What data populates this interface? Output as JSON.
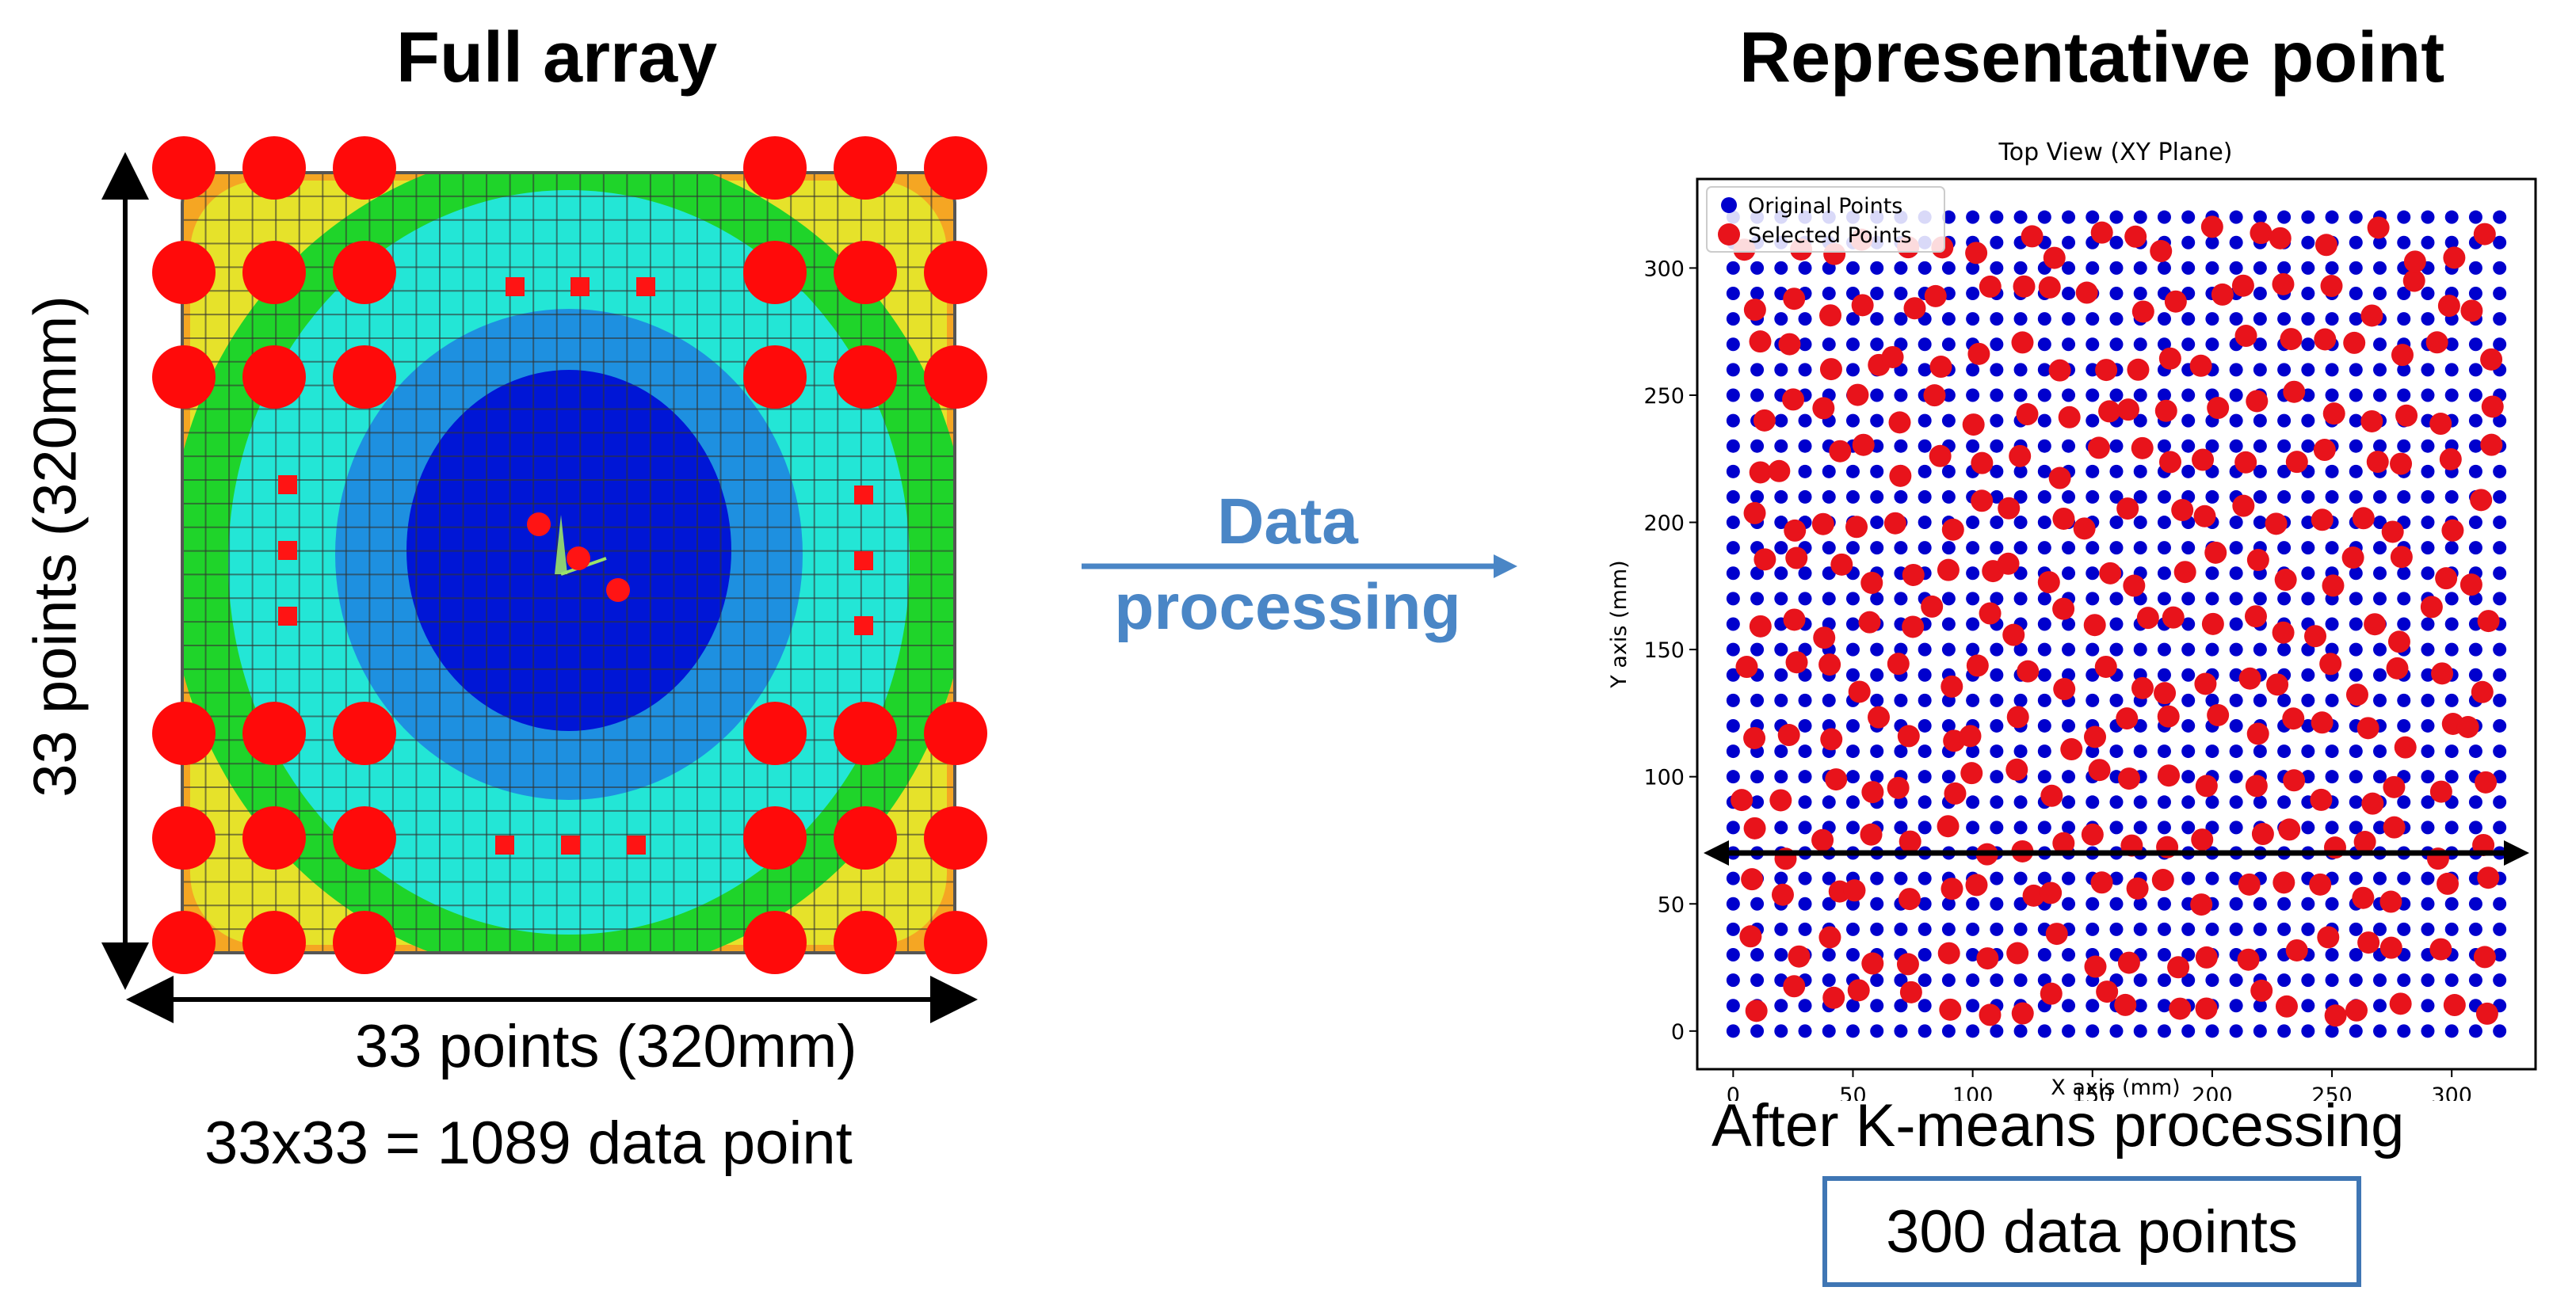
{
  "left_panel": {
    "title": "Full array",
    "y_dim_label": "33 points (320mm)",
    "x_dim_label": "33 points (320mm)",
    "total_label": "33x33 = 1089 data point",
    "grid_size": 33,
    "contour_colors": [
      "#f5a623",
      "#e6e22a",
      "#1fd42a",
      "#23e6d6",
      "#1e90e0",
      "#0016d6"
    ]
  },
  "process_arrow": {
    "line1": "Data",
    "line2": "processing",
    "color": "#4a86c6"
  },
  "right_panel": {
    "title": "Representative point",
    "caption": "After K-means processing",
    "result_box": "300 data points",
    "box_color": "#3f76b4"
  },
  "chart_data": {
    "type": "scatter",
    "title": "Top View (XY Plane)",
    "xlabel": "X axis (mm)",
    "ylabel": "Y axis (mm)",
    "xlim": [
      -15,
      335
    ],
    "ylim": [
      -15,
      335
    ],
    "xticks": [
      0,
      50,
      100,
      150,
      200,
      250,
      300
    ],
    "yticks": [
      0,
      50,
      100,
      150,
      200,
      250,
      300
    ],
    "legend_position": "top-left",
    "series": [
      {
        "name": "Original Points",
        "color": "#0000cd",
        "grid_count": 33,
        "grid_step": 10,
        "count": 1089
      },
      {
        "name": "Selected Points",
        "color": "#e8131b",
        "count": 300
      }
    ],
    "annotation": "horizontal double-headed arrow at y=70"
  }
}
